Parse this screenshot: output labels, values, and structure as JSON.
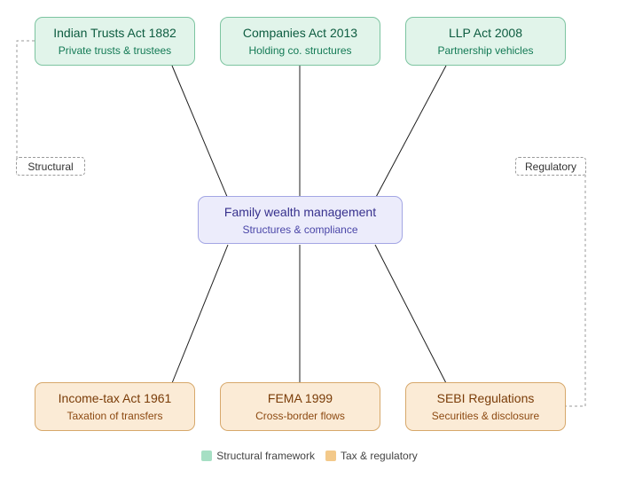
{
  "nodes": {
    "trusts": {
      "title": "Indian Trusts Act 1882",
      "sub": "Private trusts & trustees"
    },
    "companies": {
      "title": "Companies Act 2013",
      "sub": "Holding co. structures"
    },
    "llp": {
      "title": "LLP Act 2008",
      "sub": "Partnership vehicles"
    },
    "center": {
      "title": "Family wealth management",
      "sub": "Structures & compliance"
    },
    "income_tax": {
      "title": "Income-tax Act 1961",
      "sub": "Taxation of transfers"
    },
    "fema": {
      "title": "FEMA 1999",
      "sub": "Cross-border flows"
    },
    "sebi": {
      "title": "SEBI Regulations",
      "sub": "Securities & disclosure"
    }
  },
  "groups": {
    "structural": "Structural",
    "regulatory": "Regulatory"
  },
  "legend": [
    {
      "label": "Structural framework",
      "color": "#a6dfc4"
    },
    {
      "label": "Tax & regulatory",
      "color": "#f3c98a"
    }
  ],
  "colors": {
    "structural_fill": "#e1f4ea",
    "regulatory_fill": "#fbebd6",
    "center_fill": "#ececfb"
  }
}
